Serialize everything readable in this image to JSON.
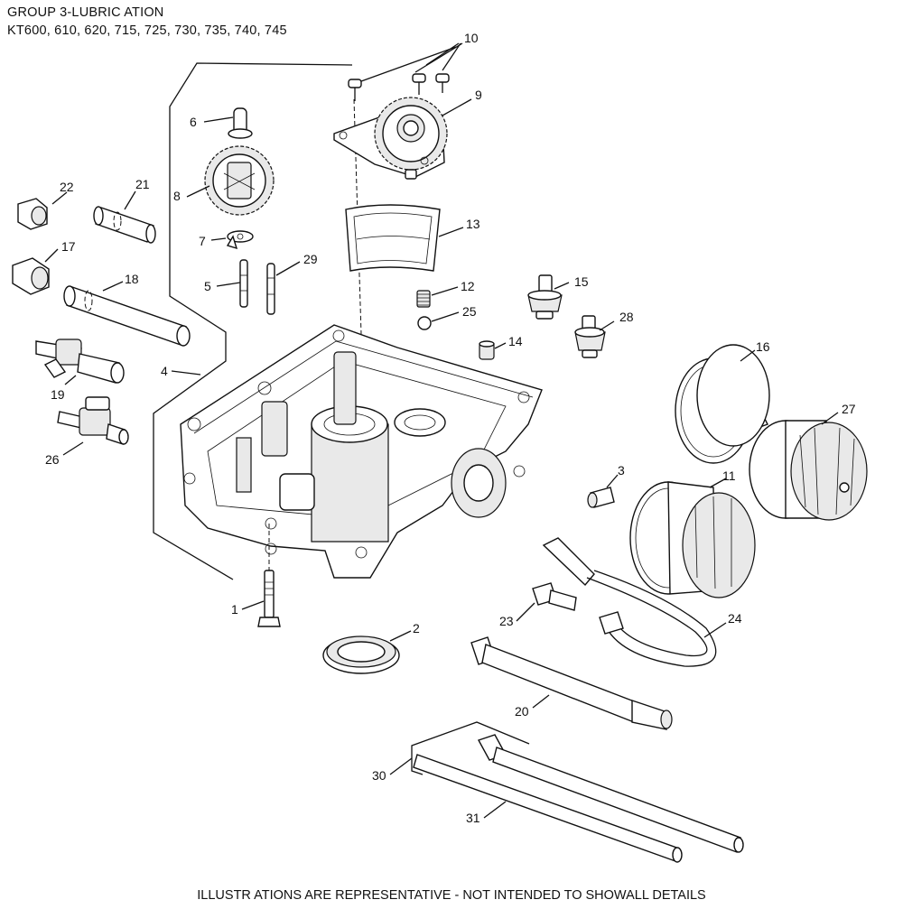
{
  "header": {
    "title_line1": "GROUP 3-LUBRIC ATION",
    "title_line2": "KT600, 610, 620, 715, 725, 730, 735, 740, 745"
  },
  "footer": {
    "note": "ILLUSTR ATIONS ARE REPRESENTATIVE - NOT INTENDED TO SHOWALL DETAILS"
  },
  "callouts": {
    "c1": "1",
    "c2": "2",
    "c3": "3",
    "c4": "4",
    "c5": "5",
    "c6": "6",
    "c7": "7",
    "c8": "8",
    "c9": "9",
    "c10": "10",
    "c11": "11",
    "c12": "12",
    "c13": "13",
    "c14": "14",
    "c15": "15",
    "c16": "16",
    "c17": "17",
    "c18": "18",
    "c19": "19",
    "c20": "20",
    "c21": "21",
    "c22": "22",
    "c23": "23",
    "c24": "24",
    "c25": "25",
    "c26": "26",
    "c27": "27",
    "c28": "28",
    "c29": "29",
    "c30": "30",
    "c31": "31"
  }
}
